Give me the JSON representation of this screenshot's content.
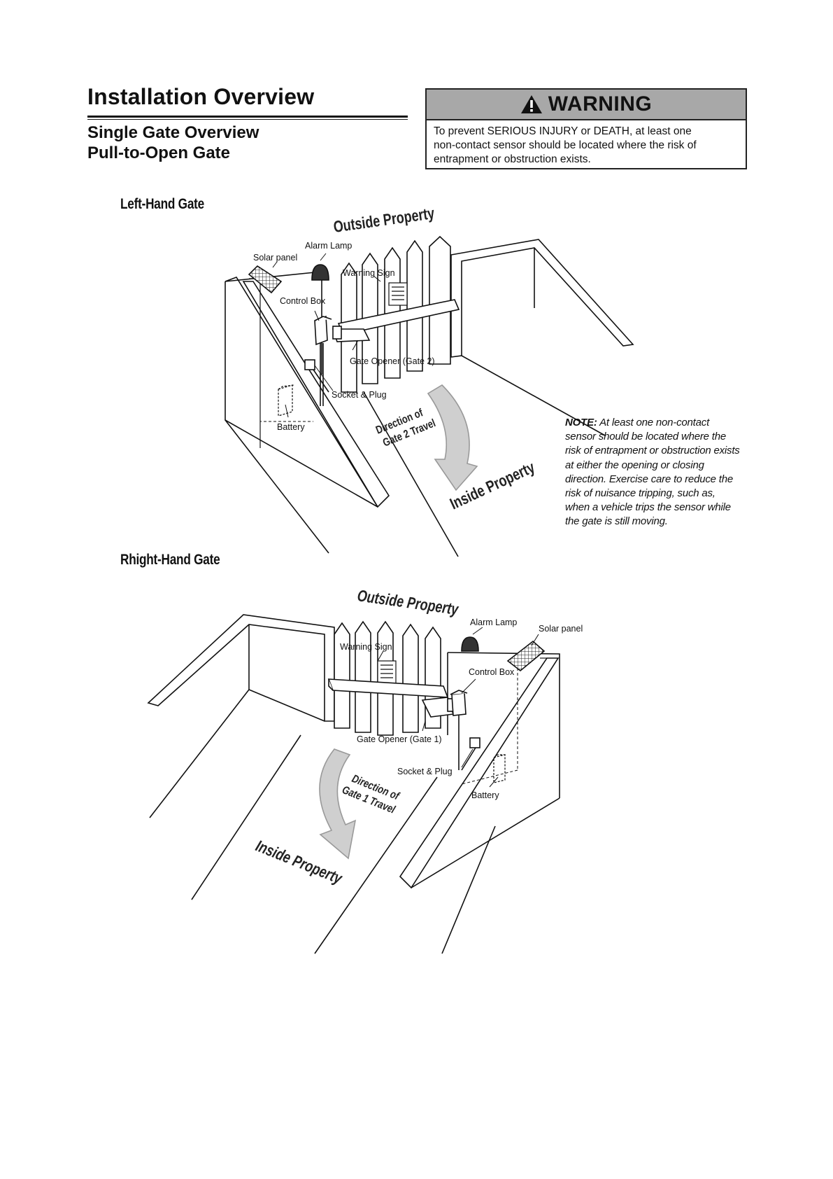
{
  "header": {
    "title": "Installation Overview",
    "subtitle1": "Single Gate Overview",
    "subtitle2": "Pull-to-Open Gate"
  },
  "warning": {
    "label": "WARNING",
    "line1": "To prevent SERIOUS INJURY or DEATH, at least one",
    "line2": "non-contact sensor should be located where the risk of",
    "line3": "entrapment or obstruction exists."
  },
  "left_gate": {
    "section_title": "Left-Hand Gate",
    "outside": "Outside Property",
    "inside": "Inside Property",
    "alarm_lamp": "Alarm Lamp",
    "solar_panel": "Solar panel",
    "warning_sign": "Warning Sign",
    "control_box": "Control Box",
    "gate_opener": "Gate Opener (Gate 2)",
    "socket_plug": "Socket & Plug",
    "battery": "Battery",
    "direction_line1": "Direction of",
    "direction_line2": "Gate 2 Travel"
  },
  "note": {
    "label": "NOTE:",
    "text": "At least one non-contact sensor should be located where the risk of entrapment or obstruction exists at either the opening or closing direction. Exercise care to reduce the risk of nuisance tripping, such as, when a vehicle trips the sensor while the gate is still moving."
  },
  "right_gate": {
    "section_title": "Rhight-Hand Gate",
    "outside": "Outside Property",
    "inside": "Inside Property",
    "alarm_lamp": "Alarm Lamp",
    "solar_panel": "Solar panel",
    "warning_sign": "Warning Sign",
    "control_box": "Control Box",
    "gate_opener": "Gate Opener (Gate 1)",
    "socket_plug": "Socket & Plug",
    "battery": "Battery",
    "direction_line1": "Direction of",
    "direction_line2": "Gate 1 Travel"
  },
  "colors": {
    "warning_header": "#a8a8a8",
    "line": "#111111",
    "arrow_fill": "#cfcfcf"
  }
}
